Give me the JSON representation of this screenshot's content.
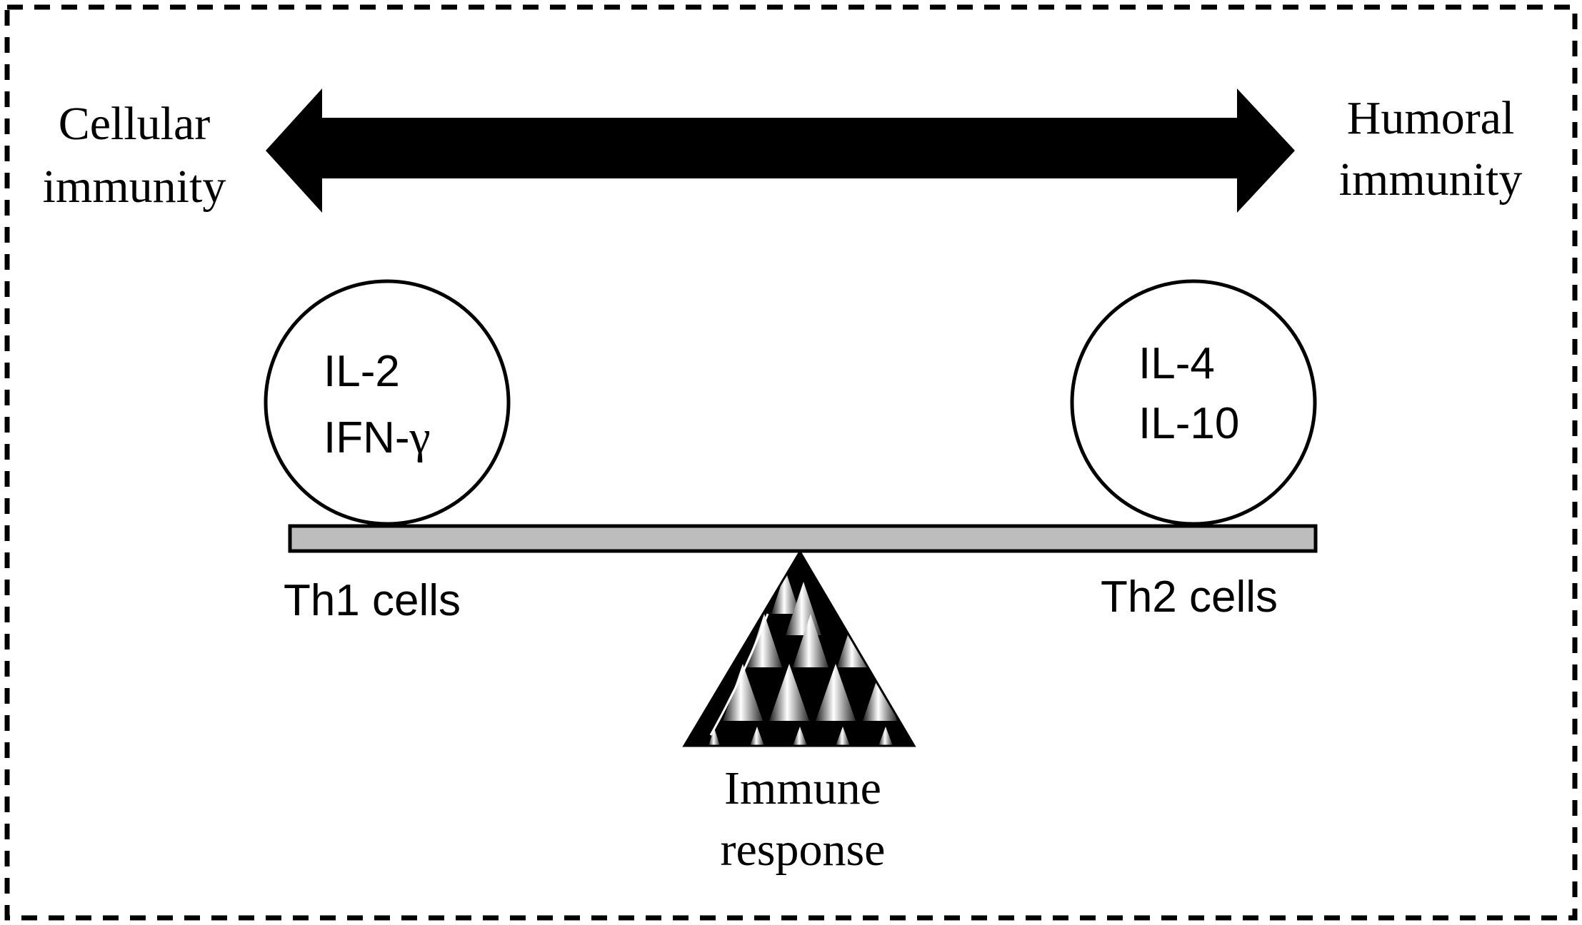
{
  "left_pole": {
    "line1": "Cellular",
    "line2": "immunity"
  },
  "right_pole": {
    "line1": "Humoral",
    "line2": "immunity"
  },
  "th1": {
    "cytokine1": "IL-2",
    "cytokine2_prefix": "IFN-",
    "cytokine2_symbol": "γ",
    "label": "Th1 cells"
  },
  "th2": {
    "cytokine1": "IL-4",
    "cytokine2": "IL-10",
    "label": "Th2 cells"
  },
  "fulcrum": {
    "line1": "Immune",
    "line2": "response"
  },
  "colors": {
    "beam_fill": "#bdbdbd",
    "stroke": "#000000",
    "background": "#ffffff"
  }
}
